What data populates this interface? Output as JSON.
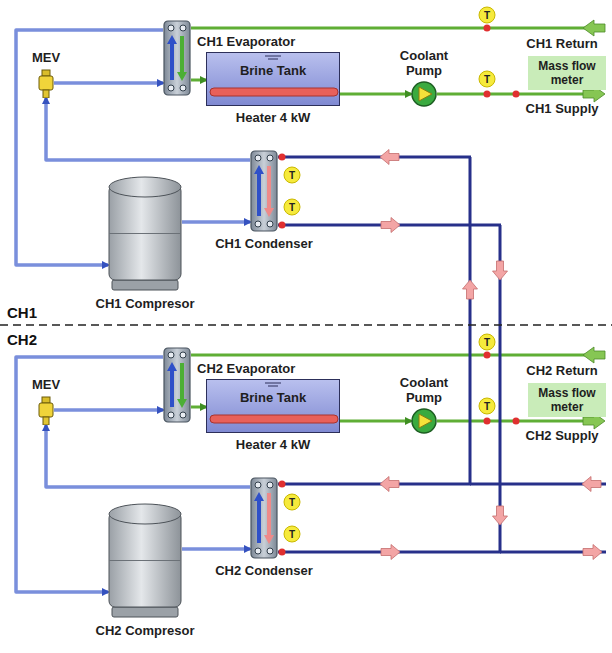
{
  "diagram": {
    "nodes": [
      {
        "text": [
          "MEV"
        ]
      },
      {
        "text": [
          "CH1 Evaporator"
        ]
      },
      {
        "text": [
          "Brine Tank"
        ]
      },
      {
        "text": [
          "Coolant Pump"
        ]
      },
      {
        "text": [
          "Mass flow meter"
        ]
      },
      {
        "text": [
          "CH1 Condenser"
        ]
      },
      {
        "text": [
          "CH1 Compresor"
        ]
      },
      {
        "text": [
          "MEV"
        ]
      },
      {
        "text": [
          "CH2 Evaporator"
        ]
      },
      {
        "text": [
          "Brine Tank"
        ]
      },
      {
        "text": [
          "Coolant Pump"
        ]
      },
      {
        "text": [
          "Mass flow meter"
        ]
      },
      {
        "text": [
          "CH2 Condenser"
        ]
      },
      {
        "text": [
          "CH2 Compresor"
        ]
      }
    ],
    "edges": [
      {
        "from": 1,
        "to": 6,
        "arrow": "to"
      },
      {
        "from": 6,
        "to": 5,
        "arrow": "to"
      },
      {
        "from": 5,
        "to": 0,
        "arrow": "to"
      },
      {
        "from": 0,
        "to": 1,
        "arrow": "to"
      },
      {
        "from": 1,
        "to": 2,
        "arrow": "to"
      },
      {
        "from": 2,
        "to": 3,
        "arrow": "to"
      },
      {
        "from": 8,
        "to": 13,
        "arrow": "to"
      },
      {
        "from": 13,
        "to": 12,
        "arrow": "to"
      },
      {
        "from": 12,
        "to": 7,
        "arrow": "to"
      },
      {
        "from": 7,
        "to": 8,
        "arrow": "to"
      },
      {
        "from": 8,
        "to": 9,
        "arrow": "to"
      },
      {
        "from": 9,
        "to": 10,
        "arrow": "to"
      }
    ],
    "labels": [
      "CH1 Return",
      "CH1 Supply",
      "Heater 4 kW",
      "T",
      "T",
      "T",
      "T",
      "CH1",
      "CH2",
      "CH2 Return",
      "CH2 Supply",
      "Heater 4 kW",
      "T",
      "T",
      "T",
      "T"
    ]
  }
}
